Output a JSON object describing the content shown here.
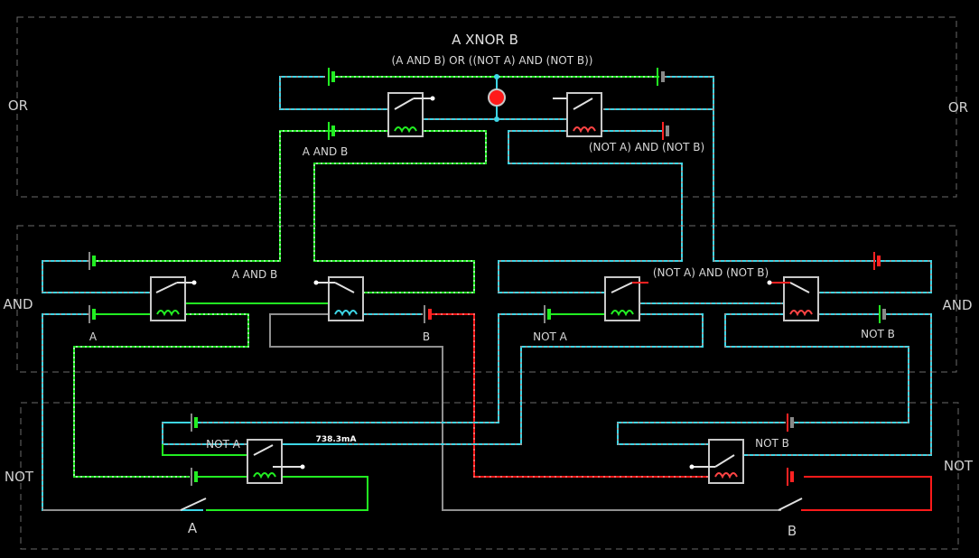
{
  "title": "A XNOR B",
  "subtitle": "(A AND B) OR ((NOT A) AND (NOT B))",
  "section_labels": {
    "or_left": "OR",
    "or_right": "OR",
    "and_left": "AND",
    "and_right": "AND",
    "not_left": "NOT",
    "not_right": "NOT"
  },
  "gate_labels": {
    "or_and_ab": "A AND B",
    "or_nota_and_notb": "(NOT A) AND (NOT B)",
    "and_ab": "A AND B",
    "and_nota_notb": "(NOT A) AND (NOT B)",
    "and_input_a": "A",
    "and_input_b": "B",
    "and_input_nota": "NOT A",
    "and_input_notb": "NOT B",
    "not_a": "NOT A",
    "not_b": "NOT B"
  },
  "current_readout": "738.3mA",
  "switches": {
    "a_label": "A",
    "b_label": "B",
    "a_state": "closed",
    "b_state": "open"
  },
  "output_lamp": {
    "state": "on",
    "color": "#ff1a1a"
  },
  "colors": {
    "background": "#000000",
    "wire_energized": "#22ee22",
    "wire_signal": "#3dd6e6",
    "wire_hot": "#ff1a1a",
    "wire_off": "#909090",
    "frame": "#6a6a6a",
    "relay_coil_on": "#22ee22",
    "relay_coil_off": "#ff4444"
  }
}
